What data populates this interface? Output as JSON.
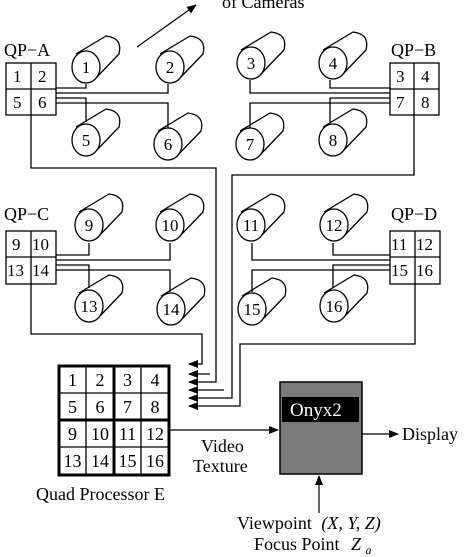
{
  "header": {
    "caption_cut": "of Cameras"
  },
  "quads": {
    "A": {
      "label": "QP−A",
      "cells": [
        "1",
        "2",
        "5",
        "6"
      ]
    },
    "B": {
      "label": "QP−B",
      "cells": [
        "3",
        "4",
        "7",
        "8"
      ]
    },
    "C": {
      "label": "QP−C",
      "cells": [
        "9",
        "10",
        "13",
        "14"
      ]
    },
    "D": {
      "label": "QP−D",
      "cells": [
        "11",
        "12",
        "15",
        "16"
      ]
    }
  },
  "cameras": [
    "1",
    "2",
    "3",
    "4",
    "5",
    "6",
    "7",
    "8",
    "9",
    "10",
    "11",
    "12",
    "13",
    "14",
    "15",
    "16"
  ],
  "processor_e": {
    "label": "Quad Processor E",
    "cells": [
      "1",
      "2",
      "3",
      "4",
      "5",
      "6",
      "7",
      "8",
      "9",
      "10",
      "11",
      "12",
      "13",
      "14",
      "15",
      "16"
    ]
  },
  "onyx": {
    "title": "Onyx2",
    "box_color": "#7a7a7a",
    "title_bg": "#000000"
  },
  "edges": {
    "video_texture_line1": "Video",
    "video_texture_line2": "Texture",
    "display": "Display",
    "viewpoint_line1": "Viewpoint",
    "viewpoint_xyz": "(X, Y, Z)",
    "focus_line": "Focus Point",
    "focus_var": "Z",
    "focus_sub": "a"
  }
}
